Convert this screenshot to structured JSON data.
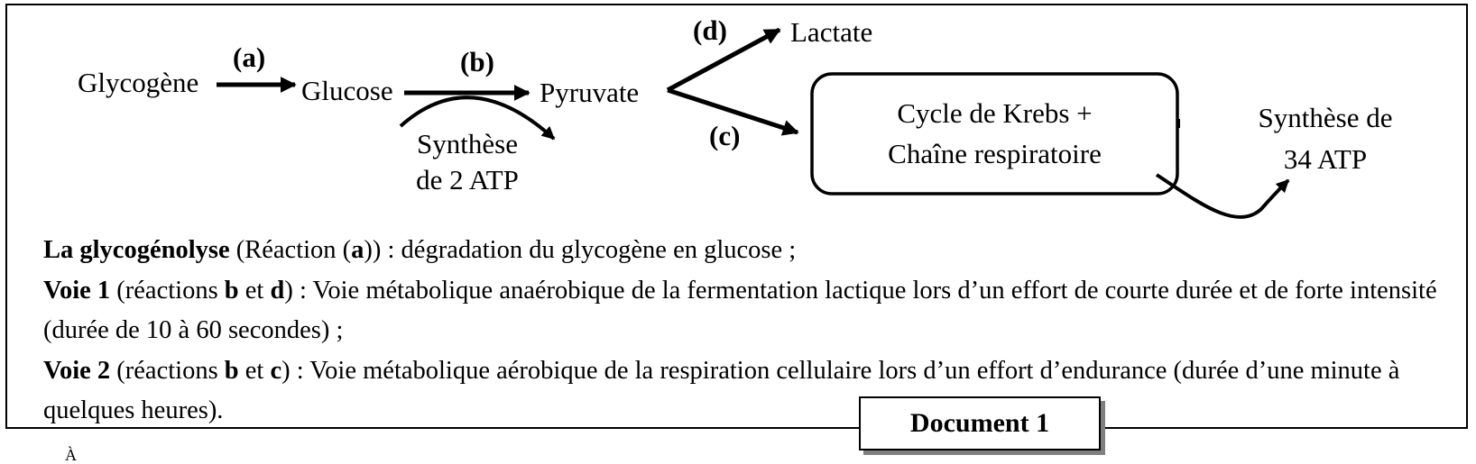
{
  "diagram": {
    "nodes": {
      "glycogene": "Glycogène",
      "glucose": "Glucose",
      "pyruvate": "Pyruvate",
      "lactate": "Lactate",
      "krebs_line1": "Cycle de Krebs +",
      "krebs_line2": "Chaîne respiratoire",
      "atp2_line1": "Synthèse",
      "atp2_line2": "de 2 ATP",
      "atp34_line1": "Synthèse de",
      "atp34_line2": "34 ATP"
    },
    "reactions": {
      "a": "(a)",
      "b": "(b)",
      "c": "(c)",
      "d": "(d)"
    }
  },
  "text": {
    "line1": {
      "bold": "La glycogénolyse",
      "p1": " (Réaction (",
      "b1": "a",
      "p2": ")) : dégradation du glycogène en glucose ;"
    },
    "line2": {
      "bold": "Voie 1",
      "p1": " (réactions ",
      "b1": "b",
      "p2": " et ",
      "b2": "d",
      "p3": ") : Voie métabolique anaérobique de la fermentation lactique lors d’un effort de courte durée et de forte intensité (durée de 10 à 60 secondes) ;"
    },
    "line3": {
      "bold": "Voie 2",
      "p1": " (réactions ",
      "b1": "b",
      "p2": " et ",
      "b2": "c",
      "p3": ") : Voie métabolique aérobique de la respiration cellulaire lors d’un effort d’endurance (durée d’une minute à quelques heures)."
    }
  },
  "document_label": "Document 1",
  "bottom_mark": "À"
}
